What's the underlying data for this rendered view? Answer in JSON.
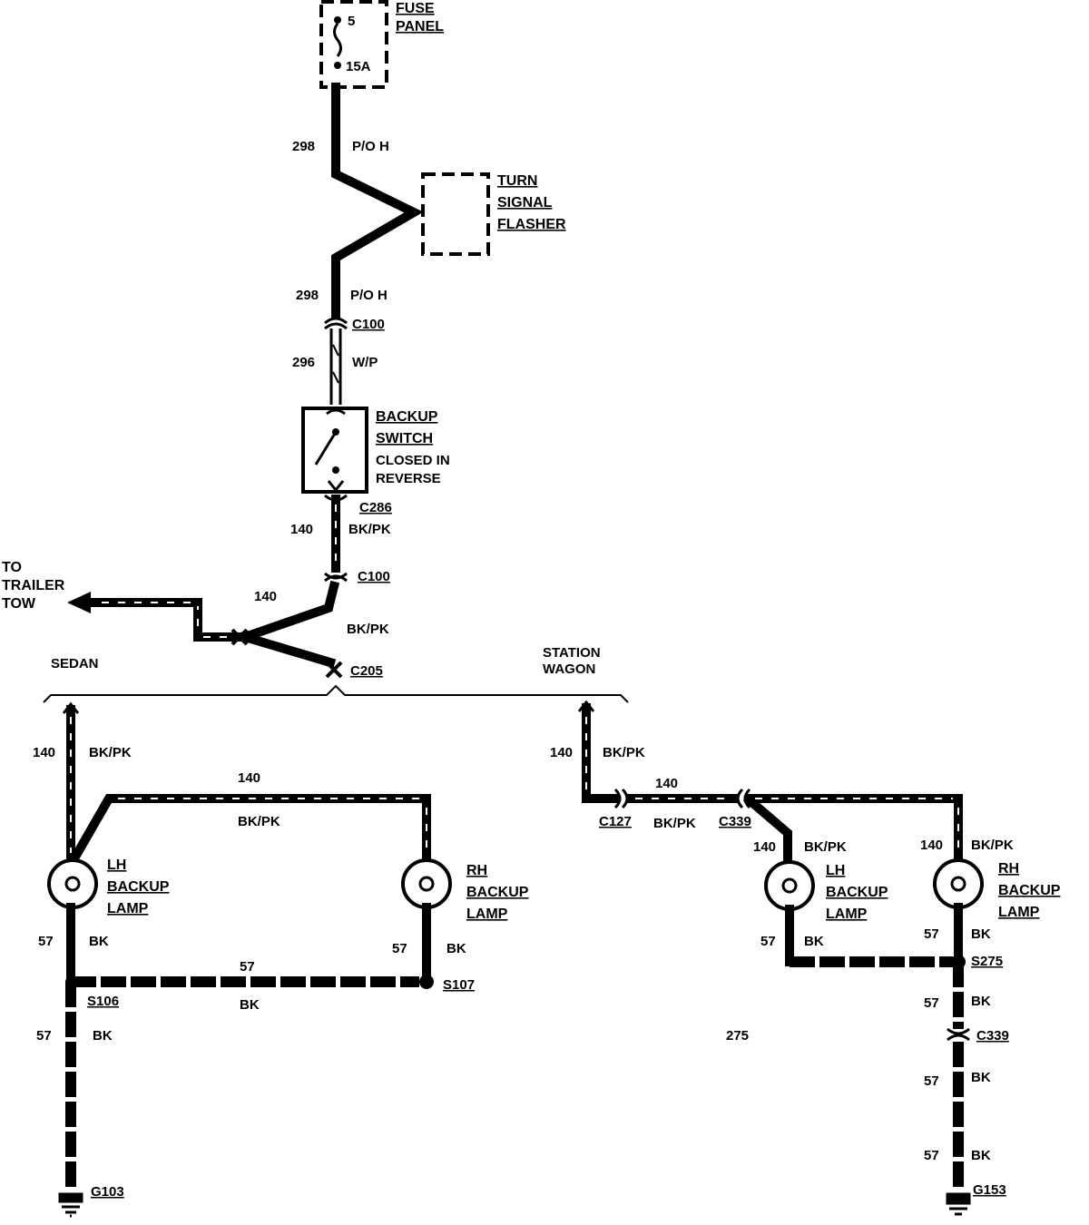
{
  "fuse_panel": {
    "title_line1": "FUSE",
    "title_line2": "PANEL",
    "fuse_number": "5",
    "fuse_rating": "15A"
  },
  "flasher": {
    "line1": "TURN",
    "line2": "SIGNAL",
    "line3": "FLASHER"
  },
  "backup_switch": {
    "line1": "BACKUP",
    "line2": "SWITCH",
    "note_line1": "CLOSED IN",
    "note_line2": "REVERSE"
  },
  "trailer": {
    "line1": "TO",
    "line2": "TRAILER",
    "line3": "TOW"
  },
  "sections": {
    "sedan": "SEDAN",
    "wagon_line1": "STATION",
    "wagon_line2": "WAGON"
  },
  "lamps": {
    "lh_line1": "LH",
    "rh_line1": "RH",
    "line2": "BACKUP",
    "line3": "LAMP"
  },
  "circuits": {
    "c298": "298",
    "c296": "296",
    "c140": "140",
    "c57": "57",
    "c275": "275",
    "p_o_h": "P/O H",
    "w_p": "W/P",
    "bk_pk": "BK/PK",
    "bk": "BK"
  },
  "connectors": {
    "c100": "C100",
    "c286": "C286",
    "c205": "C205",
    "c127": "C127",
    "c339": "C339",
    "s106": "S106",
    "s107": "S107",
    "s275": "S275",
    "g103": "G103",
    "g153": "G153"
  }
}
